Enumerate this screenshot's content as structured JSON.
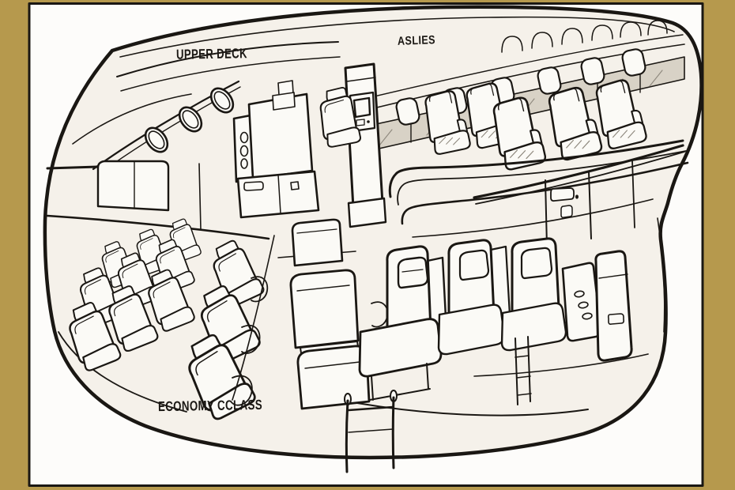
{
  "illustration": {
    "title": "Hand-drawn cutaway illustration of a double-deck airplane cabin",
    "labels": {
      "upper_deck": "UPPER DECK",
      "aisles": "ASLIES",
      "economy_class": "ECONOMY CCLASS"
    }
  },
  "colors": {
    "border": "#b6994d",
    "frame": "#161310",
    "margin": "#fdfcfa",
    "paper": "#f5f1ea",
    "ink": "#1a1713",
    "shade": "#d8d2c6",
    "hatch": "#8e887d",
    "seat": "#fbfaf6"
  }
}
